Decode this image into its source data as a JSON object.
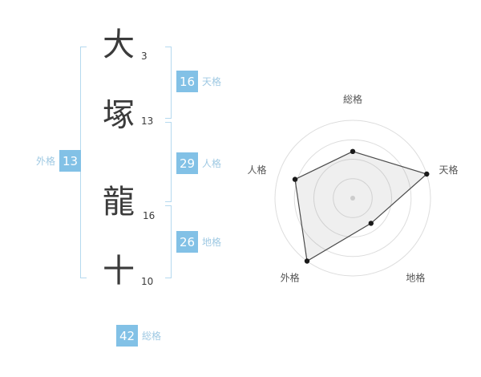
{
  "name_chars": [
    {
      "char": "大",
      "strokes": "3"
    },
    {
      "char": "塚",
      "strokes": "13"
    },
    {
      "char": "龍",
      "strokes": "16"
    },
    {
      "char": "十",
      "strokes": "10"
    }
  ],
  "kaku": {
    "tenkaku": {
      "value": "16",
      "label": "天格"
    },
    "jinkaku": {
      "value": "29",
      "label": "人格"
    },
    "chikaku": {
      "value": "26",
      "label": "地格"
    },
    "gaikaku": {
      "value": "13",
      "label": "外格"
    },
    "soukaku": {
      "value": "42",
      "label": "総格"
    }
  },
  "colors": {
    "badge_bg": "#82c1e6",
    "label_text": "#9fc9e3",
    "bracket": "#b5d9ef",
    "kanji_text": "#3b3b3b",
    "chart_ring": "#dddddd",
    "chart_line": "#4a4a4a",
    "chart_dot": "#1a1a1a",
    "chart_label": "#555555",
    "chart_fill": "rgba(120,120,120,0.12)",
    "chart_center_dot": "#cccccc"
  },
  "chart_data": {
    "type": "radar",
    "axes": [
      "総格",
      "天格",
      "地格",
      "外格",
      "人格"
    ],
    "values": [
      60,
      100,
      40,
      100,
      78
    ],
    "max": 100,
    "rings": 4,
    "start_axis": "top",
    "direction": "clockwise",
    "title": "",
    "legend": "none",
    "grid": "concentric-circles"
  }
}
